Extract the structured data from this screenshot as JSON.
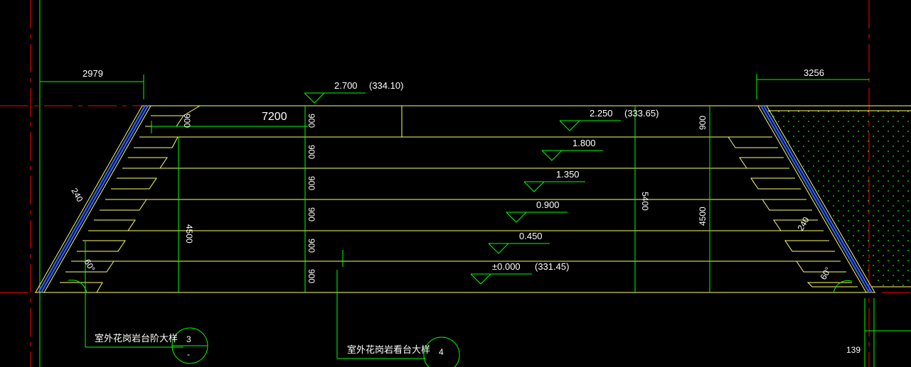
{
  "dimensions": {
    "left_width": "2979",
    "right_width": "3256",
    "span": "7200",
    "left_height": "4500",
    "right_height": "4500",
    "total_height": "5400",
    "slope_thickness_left": "240",
    "slope_thickness_right": "240",
    "angle_left": "60°",
    "angle_right": "60°",
    "riser_top_left": "900",
    "riser_top_right": "900",
    "risers": [
      "900",
      "900",
      "900",
      "900",
      "900",
      "900"
    ]
  },
  "elevations": [
    {
      "value": "2.700",
      "absolute": "(334.10)"
    },
    {
      "value": "2.250",
      "absolute": "(333.65)"
    },
    {
      "value": "1.800",
      "absolute": ""
    },
    {
      "value": "1.350",
      "absolute": ""
    },
    {
      "value": "0.900",
      "absolute": ""
    },
    {
      "value": "0.450",
      "absolute": ""
    },
    {
      "value": "±0.000",
      "absolute": "(331.45)"
    }
  ],
  "callouts": [
    {
      "title": "室外花岗岩台阶大样",
      "number": "3",
      "sheet": "-"
    },
    {
      "title": "室外花岗岩看台大样",
      "number": "4",
      "sheet": ""
    }
  ],
  "sheet_ref": "139",
  "colors": {
    "background": "#000000",
    "tiers": "#ffff66",
    "dimension": "#00ff00",
    "axis": "#ff0000",
    "wall_blue": "#3366ff",
    "text": "#ffffff"
  }
}
